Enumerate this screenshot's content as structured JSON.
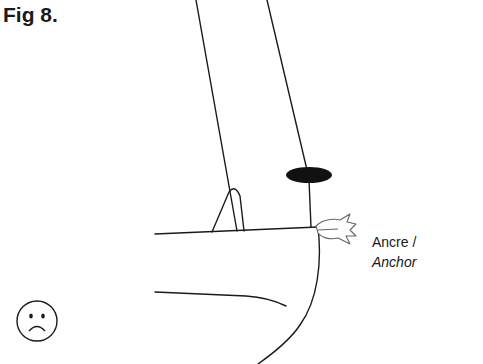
{
  "diagram": {
    "title": "Fig 8.",
    "labels": [
      "Ancre /",
      "Anchor"
    ]
  }
}
